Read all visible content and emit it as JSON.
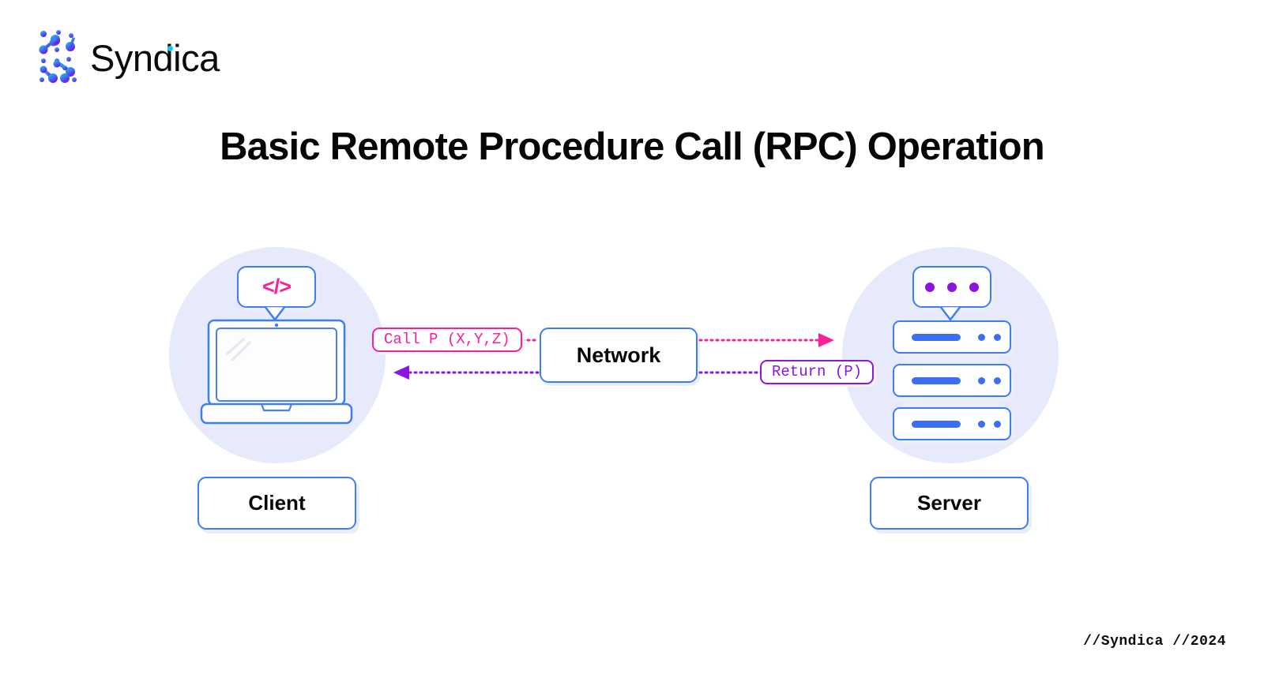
{
  "brand": {
    "name": "Syndica",
    "logo_icon": "syndica-network-dots-logo",
    "accent_cyan": "#14c8f5",
    "accent_purple": "#6b1fe0"
  },
  "header": {
    "title": "Basic Remote Procedure Call (RPC) Operation"
  },
  "diagram": {
    "nodes": [
      {
        "id": "client",
        "label": "Client",
        "icon": "laptop-icon",
        "bubble_icon": "code-brackets-icon",
        "bubble_text": "</>"
      },
      {
        "id": "network",
        "label": "Network",
        "icon": "network-box"
      },
      {
        "id": "server",
        "label": "Server",
        "icon": "server-rack-icon",
        "bubble_icon": "three-dots-icon"
      }
    ],
    "messages": [
      {
        "id": "call",
        "text": "Call P (X,Y,Z)",
        "direction": "client-to-server",
        "color": "#f5229a"
      },
      {
        "id": "return",
        "text": "Return (P)",
        "direction": "server-to-client",
        "color": "#8b16e0"
      }
    ],
    "colors": {
      "outline_blue": "#3d7df6",
      "bar_blue": "#3b6ef0",
      "circle_bg": "#e7eafb",
      "pink": "#f5229a",
      "purple": "#8b16e0"
    }
  },
  "footer": {
    "text": "//Syndica //2024"
  }
}
